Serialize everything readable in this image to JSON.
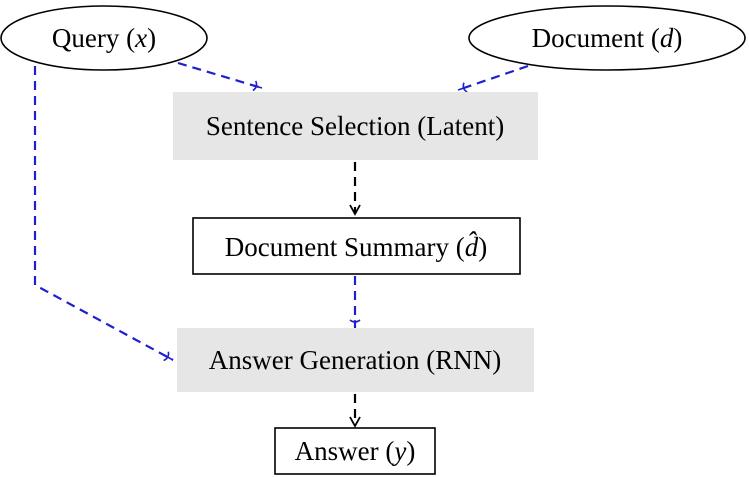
{
  "nodes": {
    "query": {
      "text": "Query ",
      "var": "x"
    },
    "document": {
      "text": "Document ",
      "var": "d"
    },
    "sentence_selection": {
      "text": "Sentence Selection (Latent)"
    },
    "document_summary": {
      "text": "Document Summary ",
      "var": "d̂"
    },
    "answer_generation": {
      "text": "Answer Generation (RNN)"
    },
    "answer": {
      "text": "Answer ",
      "var": "y"
    }
  },
  "colors": {
    "shaded_fill": "#e6e6e6",
    "blue_edge": "#1f1fcf",
    "black_edge": "#000000"
  }
}
